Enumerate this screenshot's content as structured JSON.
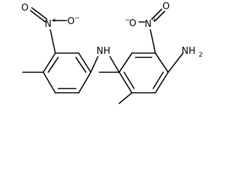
{
  "molecule": {
    "labels": {
      "left_nitro_o_top": "O",
      "left_nitro_n": "N",
      "left_nitro_o_right": "O",
      "nh": "NH",
      "right_nitro_n": "N",
      "right_nitro_o_top": "O",
      "right_nitro_o_left": "O",
      "nh2": "NH",
      "nh2_subscript": "2",
      "plus": "+",
      "minus": "−"
    }
  }
}
